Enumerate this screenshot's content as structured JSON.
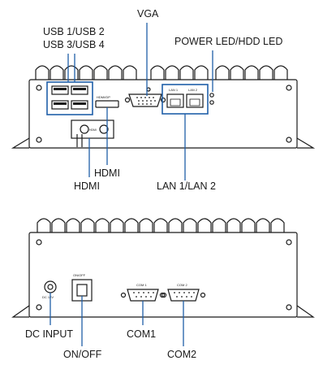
{
  "callouts": {
    "vga": "VGA",
    "usb_line1": "USB 1/USB 2",
    "usb_line2": "USB 3/USB 4",
    "power_hdd_led": "POWER LED/HDD LED",
    "hdmi_right": "HDMI",
    "hdmi_left": "HDMI",
    "lan": "LAN 1/LAN 2",
    "dc_input": "DC INPUT",
    "on_off": "ON/OFF",
    "com1": "COM1",
    "com2": "COM2"
  },
  "panel_text": {
    "lan1": "LAN 1",
    "lan2": "LAN 2",
    "com1": "COM 1",
    "com2": "COM 2",
    "onoff": "ON/OFF",
    "dc": "DC 12V",
    "hdmi_top": "HDMI/DP",
    "hdmi_bottom": "HDMI"
  },
  "colors": {
    "outline": "#1a1a1a",
    "highlight_box": "#1f5fa8",
    "callout_line": "#1f5fa8",
    "background": "#ffffff"
  }
}
